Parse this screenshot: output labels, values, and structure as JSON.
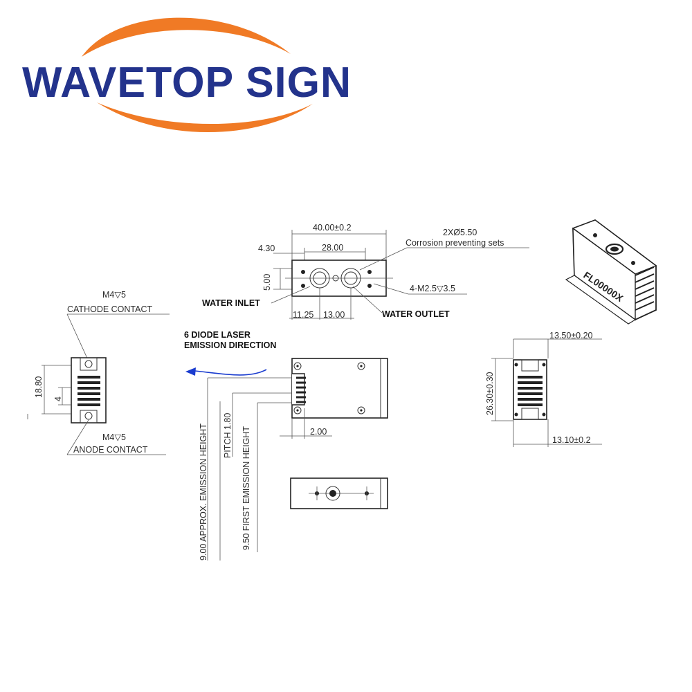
{
  "brand": {
    "name": "WAVETOP SIGN",
    "navy": "#23338c",
    "orange": "#f07a25"
  },
  "drawing": {
    "top_view": {
      "overall_width": "40.00±0.2",
      "hole_spacing": "28.00",
      "edge_offset": "4.30",
      "height": "5.00",
      "holes": "2XØ5.50",
      "seal_note": "Corrosion preventing sets",
      "threads": "4-M2.5▽3.5",
      "inlet_offset": "11.25",
      "port_spacing": "13.00",
      "water_inlet": "WATER INLET",
      "water_outlet": "WATER OUTLET"
    },
    "side_view": {
      "emission_title_1": "6 DIODE LASER",
      "emission_title_2": "EMISSION DIRECTION",
      "pitch": "PITCH 1.80",
      "approx_height": "9.00 APPROX. EMISSION HEIGHT",
      "first_height": "9.50 FIRST EMISSION HEIGHT",
      "step": "2.00",
      "arrow_color": "#1a3ccf"
    },
    "end_view": {
      "cathode_thread": "M4▽5",
      "cathode_label": "CATHODE CONTACT",
      "anode_thread": "M4▽5",
      "anode_label": "ANODE CONTACT",
      "height": "18.80",
      "inner": "4"
    },
    "right_view": {
      "top_width": "13.50±0.20",
      "height": "26.30±0.30",
      "bottom_width": "13.10±0.2"
    },
    "iso_view": {
      "marking": "FL00000X"
    }
  }
}
